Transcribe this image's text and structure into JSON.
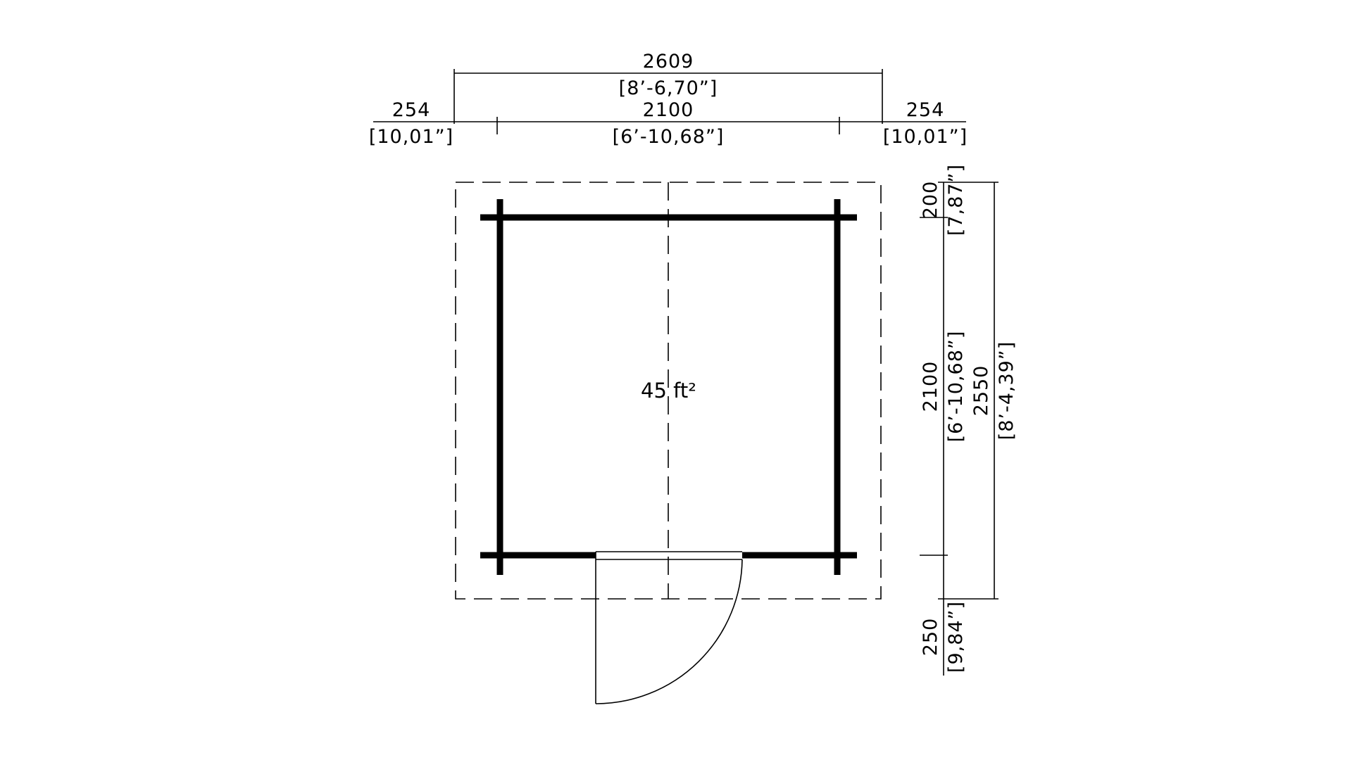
{
  "plan": {
    "area_label": "45 ft²"
  },
  "dimensions": {
    "overall_width_mm": "2609",
    "overall_width_imperial": "[8’-6,70”]",
    "inner_width_mm": "2100",
    "inner_width_imperial": "[6’-10,68”]",
    "left_overhang_mm": "254",
    "left_overhang_imperial": "[10,01”]",
    "right_overhang_mm": "254",
    "right_overhang_imperial": "[10,01”]",
    "top_overhang_mm": "200",
    "top_overhang_imperial": "[7,87”]",
    "inner_depth_mm": "2100",
    "inner_depth_imperial": "[6’-10,68”]",
    "overall_depth_mm": "2550",
    "overall_depth_imperial": "[8’-4,39”]",
    "front_overhang_mm": "250",
    "front_overhang_imperial": "[9,84”]"
  }
}
